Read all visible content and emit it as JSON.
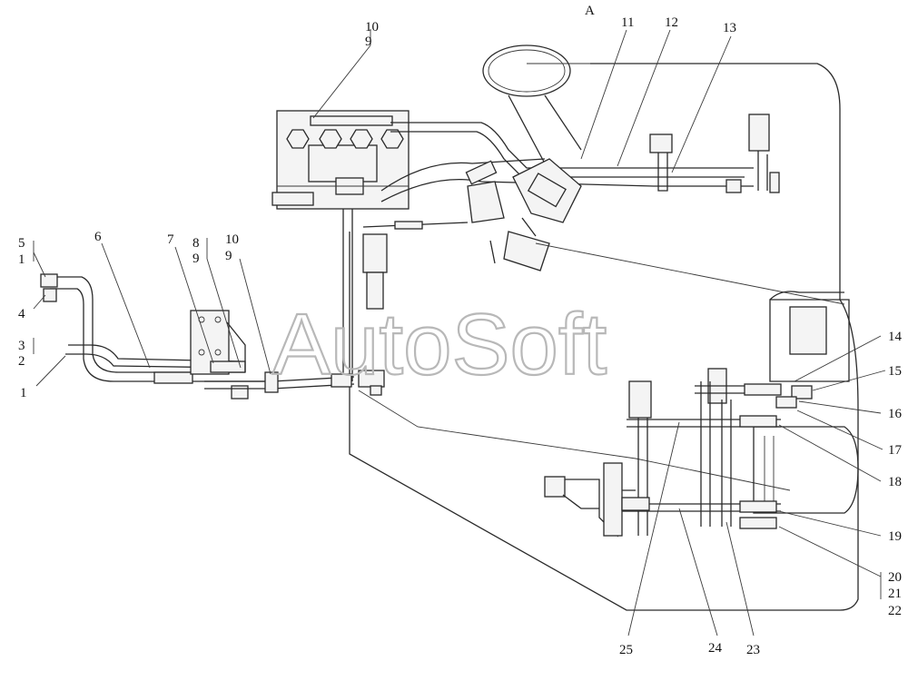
{
  "view_label": "A",
  "watermark": "AutoSoft",
  "callouts": {
    "c1": "1",
    "c2": "2",
    "c3": "3",
    "c4": "4",
    "c5": "5",
    "c1b": "1",
    "c6": "6",
    "c7": "7",
    "c8": "8",
    "c9a": "9",
    "c10a": "10",
    "c9b": "9",
    "c10b": "10",
    "c9c": "9",
    "c11": "11",
    "c12": "12",
    "c13": "13",
    "c14": "14",
    "c15": "15",
    "c16": "16",
    "c17": "17",
    "c18": "18",
    "c19": "19",
    "c20": "20",
    "c21": "21",
    "c22": "22",
    "c23": "23",
    "c24": "24",
    "c25": "25"
  }
}
